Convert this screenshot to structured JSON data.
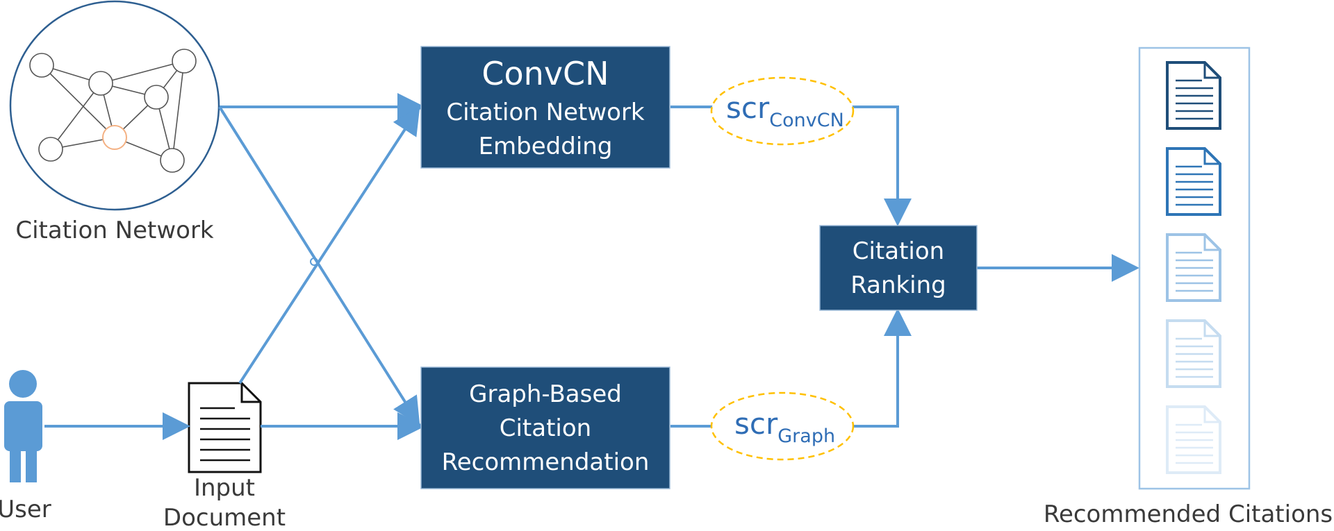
{
  "citation_network": {
    "label": "Citation Network"
  },
  "user": {
    "label": "User"
  },
  "input_document": {
    "label_line1": "Input",
    "label_line2": "Document"
  },
  "convcn_box": {
    "title": "ConvCN",
    "line1": "Citation Network",
    "line2": "Embedding"
  },
  "graph_box": {
    "line1": "Graph-Based",
    "line2": "Citation",
    "line3": "Recommendation"
  },
  "ranking_box": {
    "line1": "Citation",
    "line2": "Ranking"
  },
  "score_convcn": {
    "base": "scr",
    "sub": "ConvCN"
  },
  "score_graph": {
    "base": "scr",
    "sub": "Graph"
  },
  "recommended": {
    "label": "Recommended Citations"
  },
  "colors": {
    "box_fill": "#1f4e79",
    "arrow": "#5b9bd5",
    "score_ellipse": "#ffc000",
    "node_highlight": "#f4b183"
  }
}
